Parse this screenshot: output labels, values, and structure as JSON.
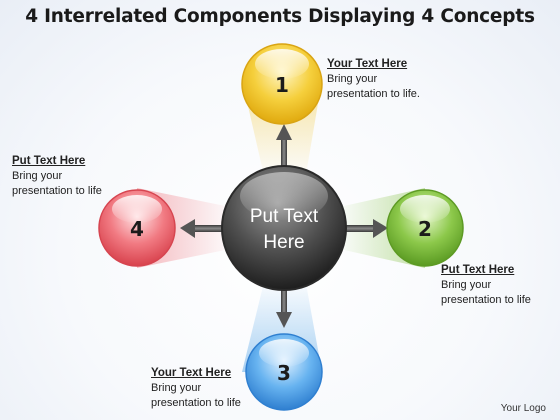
{
  "title": "4 Interrelated Components Displaying 4 Concepts",
  "center": {
    "line1": "Put Text",
    "line2": "Here"
  },
  "nodes": [
    {
      "number": "1",
      "color": "#f3c630"
    },
    {
      "number": "2",
      "color": "#7fbf3c"
    },
    {
      "number": "3",
      "color": "#57a6e8"
    },
    {
      "number": "4",
      "color": "#ee6a73"
    }
  ],
  "callouts": [
    {
      "heading": "Your Text Here",
      "body": "Bring your presentation to life."
    },
    {
      "heading": "Put Text Here",
      "body": "Bring your presentation to life"
    },
    {
      "heading": "Your Text Here",
      "body": "Bring your presentation to life"
    },
    {
      "heading": "Put Text Here",
      "body": "Bring your presentation to life"
    }
  ],
  "logo": "Your Logo"
}
